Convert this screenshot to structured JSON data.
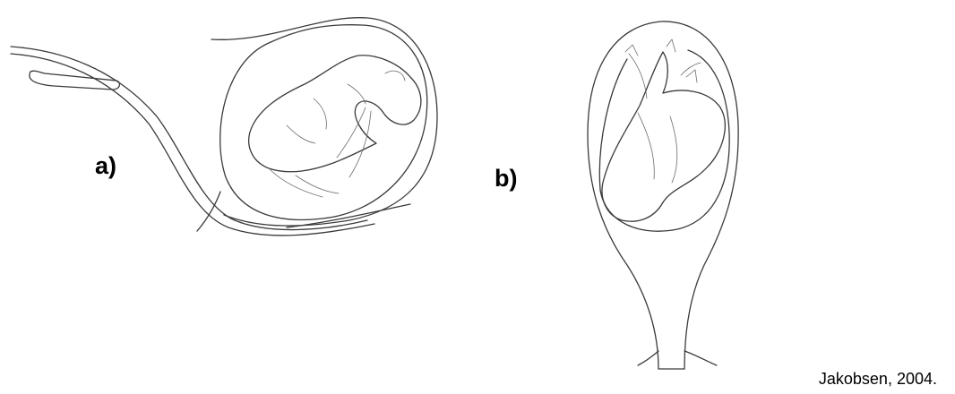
{
  "figure": {
    "panel_a_label": "a)",
    "panel_b_label": "b)",
    "credit": "Jakobsen, 2004."
  }
}
